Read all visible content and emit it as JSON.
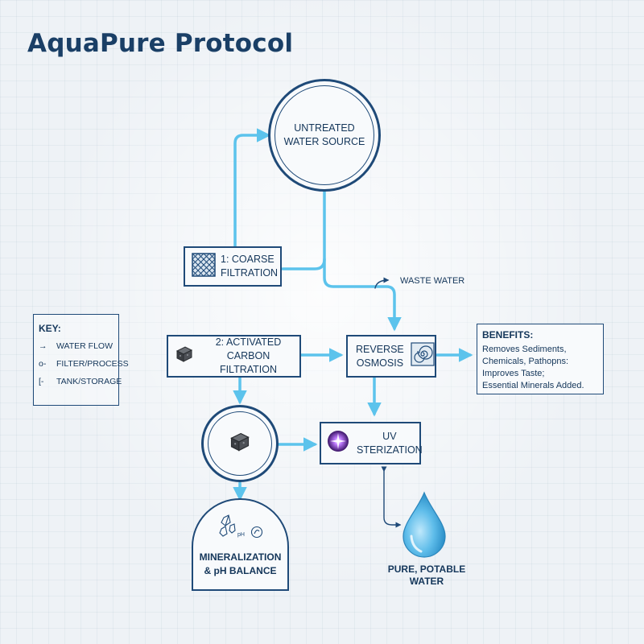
{
  "title": "AquaPure Protocol",
  "nodes": {
    "source": {
      "line1": "UNTREATED",
      "line2": "WATER SOURCE",
      "icon": "circle-node"
    },
    "coarse": {
      "line1": "1: COARSE",
      "line2": "FILTRATION",
      "icon": "mesh-filter-icon"
    },
    "carbon": {
      "line1": "2: ACTIVATED CARBON",
      "line2": "FILTRATION",
      "icon": "carbon-block-icon"
    },
    "reverse_osmosis": {
      "line1": "REVERSE",
      "line2": "OSMOSIS",
      "icon": "spiral-membrane-icon"
    },
    "tank": {
      "icon": "carbon-block-icon"
    },
    "uv": {
      "line1": "UV",
      "line2": "STERIZATION",
      "icon": "uv-light-icon"
    },
    "mineral": {
      "line1": "MINERALIZATION",
      "line2": "& pH BALANCE",
      "icon": "crystal-icon",
      "icon_text": "pH"
    },
    "output": {
      "line1": "PURE, POTABLE",
      "line2": "WATER",
      "icon": "water-drop-icon"
    }
  },
  "waste_label": "WASTE WATER",
  "key": {
    "title": "KEY:",
    "rows": [
      {
        "symbol": "→",
        "label": "WATER FLOW"
      },
      {
        "symbol": "o-",
        "label": "FILTER/PROCESS"
      },
      {
        "symbol": "[-",
        "label": "TANK/STORAGE"
      }
    ]
  },
  "benefits": {
    "title": "BENEFITS:",
    "lines": [
      "Removes Sediments,",
      "Chemicals, Pathopns:",
      "Improves Taste;",
      "Essential Minerals Added."
    ]
  },
  "colors": {
    "flow": "#5cc3ec",
    "outline": "#1f4a78",
    "text": "#14365a",
    "title": "#1a3f66"
  }
}
